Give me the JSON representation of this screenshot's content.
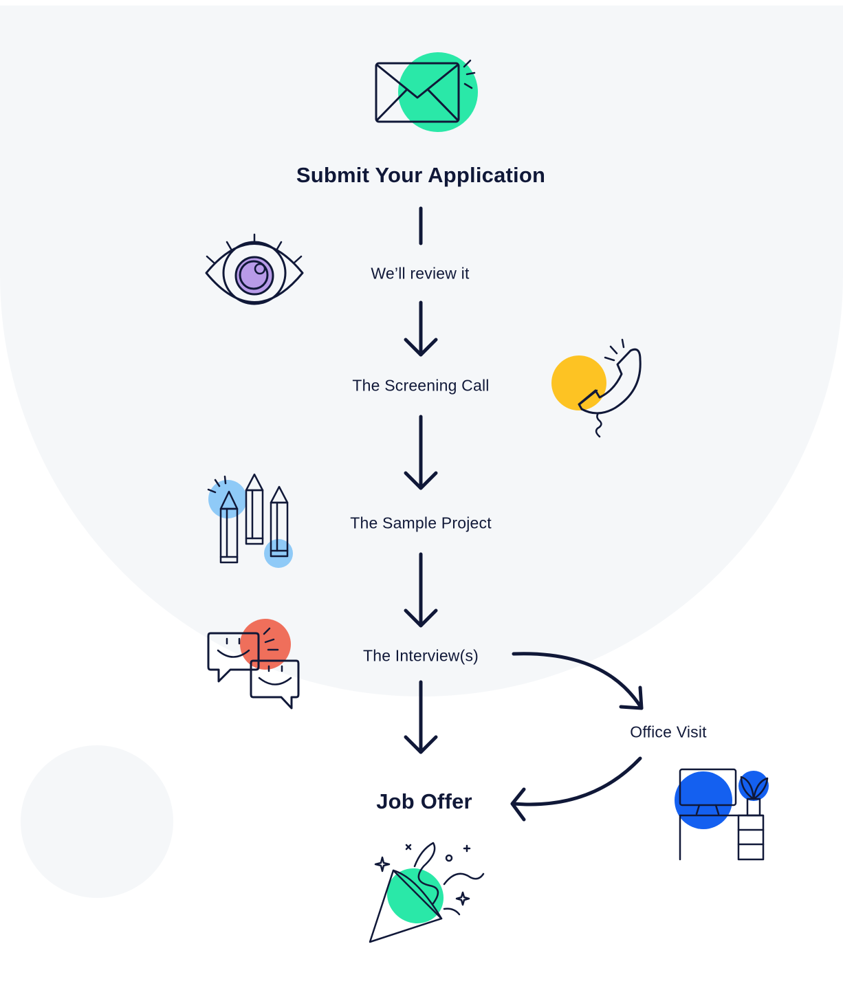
{
  "colors": {
    "ink": "#101838",
    "background_shape": "#f5f7f9",
    "green": "#2ae8a8",
    "purple": "#b89be8",
    "yellow": "#fdc323",
    "light_blue": "#8fcaf7",
    "coral": "#ef6f5b",
    "blue": "#1460f0"
  },
  "steps": {
    "submit": "Submit Your Application",
    "review": "We’ll review it",
    "screening": "The Screening Call",
    "sample": "The Sample Project",
    "interview": "The Interview(s)",
    "office": "Office Visit",
    "offer": "Job Offer"
  },
  "icons": {
    "submit": "envelope-icon",
    "review": "eye-icon",
    "screening": "telephone-icon",
    "sample": "pencils-icon",
    "interview": "chat-bubbles-icon",
    "office": "desk-computer-icon",
    "offer": "party-popper-icon"
  }
}
